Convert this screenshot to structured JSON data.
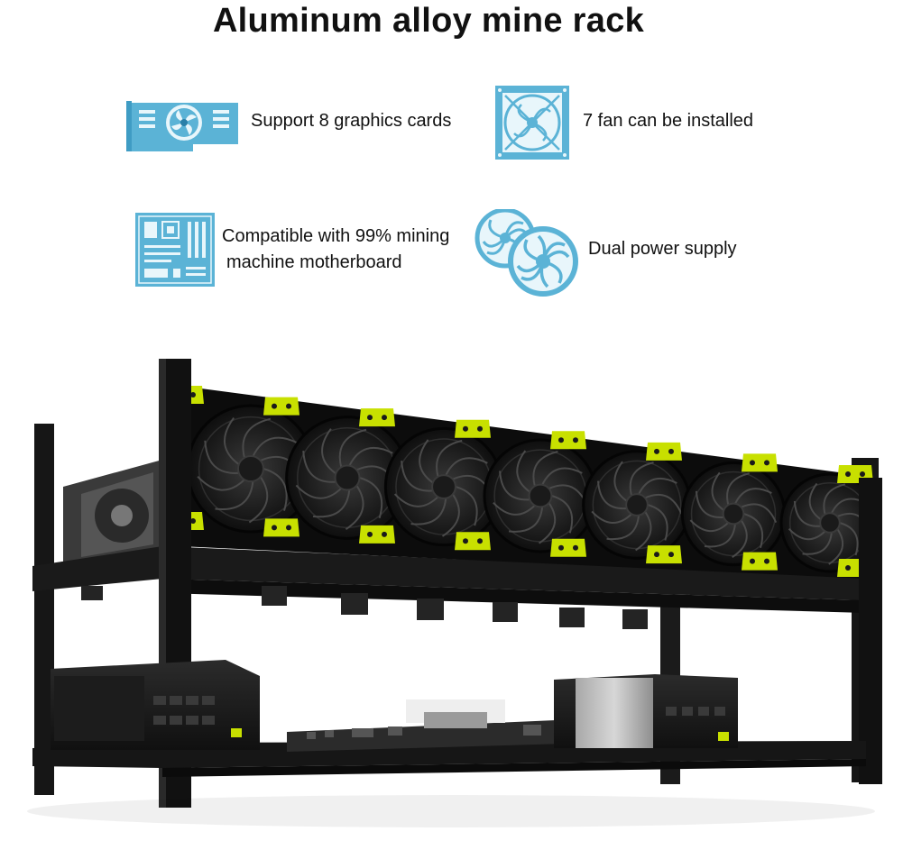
{
  "title": "Aluminum alloy mine rack",
  "features": [
    {
      "icon": "graphics-card-icon",
      "text": "Support 8 graphics cards"
    },
    {
      "icon": "fan-icon",
      "text": "7 fan can be installed"
    },
    {
      "icon": "motherboard-icon",
      "lines": [
        "Compatible with 99% mining",
        "machine motherboard"
      ]
    },
    {
      "icon": "dual-fan-icon",
      "text": "Dual power supply"
    }
  ],
  "colors": {
    "icon_blue": "#5bb3d6",
    "icon_dark": "#2a7fa8",
    "frame_black": "#141414",
    "bracket_yellow": "#c8e000"
  },
  "photo": {
    "subject": "mining-rig-frame",
    "fan_count": 7
  }
}
